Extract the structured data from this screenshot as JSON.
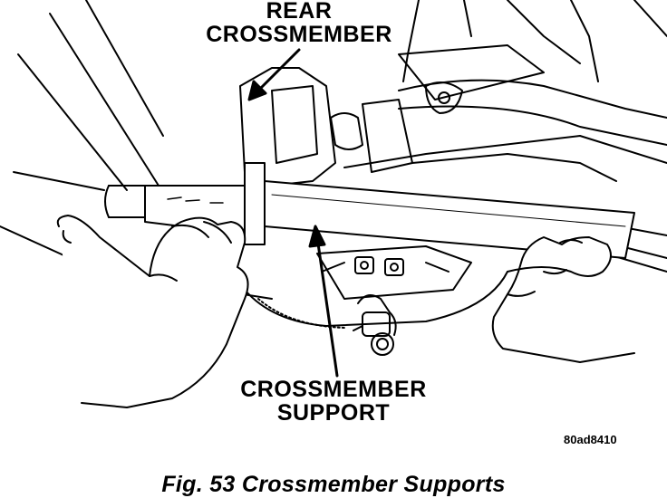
{
  "figure": {
    "callouts": {
      "rear_line1": "REAR",
      "rear_line2": "CROSSMEMBER",
      "support_line1": "CROSSMEMBER",
      "support_line2": "SUPPORT"
    },
    "code": "80ad8410",
    "caption": "Fig. 53 Crossmember Supports"
  },
  "colors": {
    "ink": "#000000",
    "paper": "#ffffff"
  }
}
